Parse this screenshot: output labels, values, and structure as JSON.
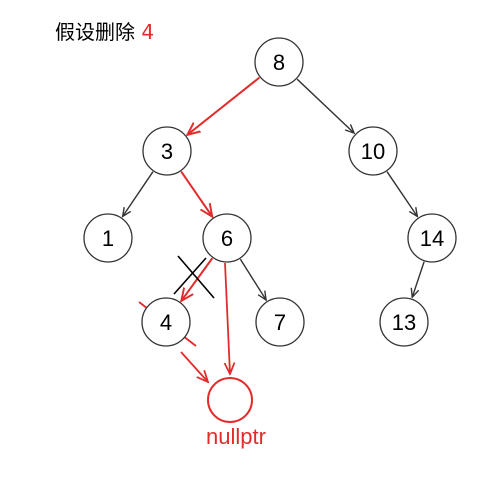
{
  "title": {
    "text": "假设删除",
    "number": "4"
  },
  "colors": {
    "accent": "#e32b2b",
    "ink": "#000000",
    "edge": "#333333",
    "node_fill": "#ffffff"
  },
  "tree": {
    "nodes": [
      {
        "id": "n8",
        "label": "8"
      },
      {
        "id": "n3",
        "label": "3"
      },
      {
        "id": "n10",
        "label": "10"
      },
      {
        "id": "n1",
        "label": "1"
      },
      {
        "id": "n6",
        "label": "6"
      },
      {
        "id": "n14",
        "label": "14"
      },
      {
        "id": "n4",
        "label": "4"
      },
      {
        "id": "n7",
        "label": "7"
      },
      {
        "id": "n13",
        "label": "13"
      }
    ],
    "edges": [
      {
        "from": "n8",
        "to": "n3",
        "style": "search-path"
      },
      {
        "from": "n8",
        "to": "n10",
        "style": "normal"
      },
      {
        "from": "n3",
        "to": "n1",
        "style": "normal"
      },
      {
        "from": "n3",
        "to": "n6",
        "style": "search-path"
      },
      {
        "from": "n6",
        "to": "n4",
        "style": "removed"
      },
      {
        "from": "n6",
        "to": "n7",
        "style": "normal"
      },
      {
        "from": "n10",
        "to": "n14",
        "style": "normal"
      },
      {
        "from": "n14",
        "to": "n13",
        "style": "normal"
      }
    ]
  },
  "annotations": {
    "deleted_node": "n4",
    "null_node": {
      "label": "nullptr"
    }
  }
}
